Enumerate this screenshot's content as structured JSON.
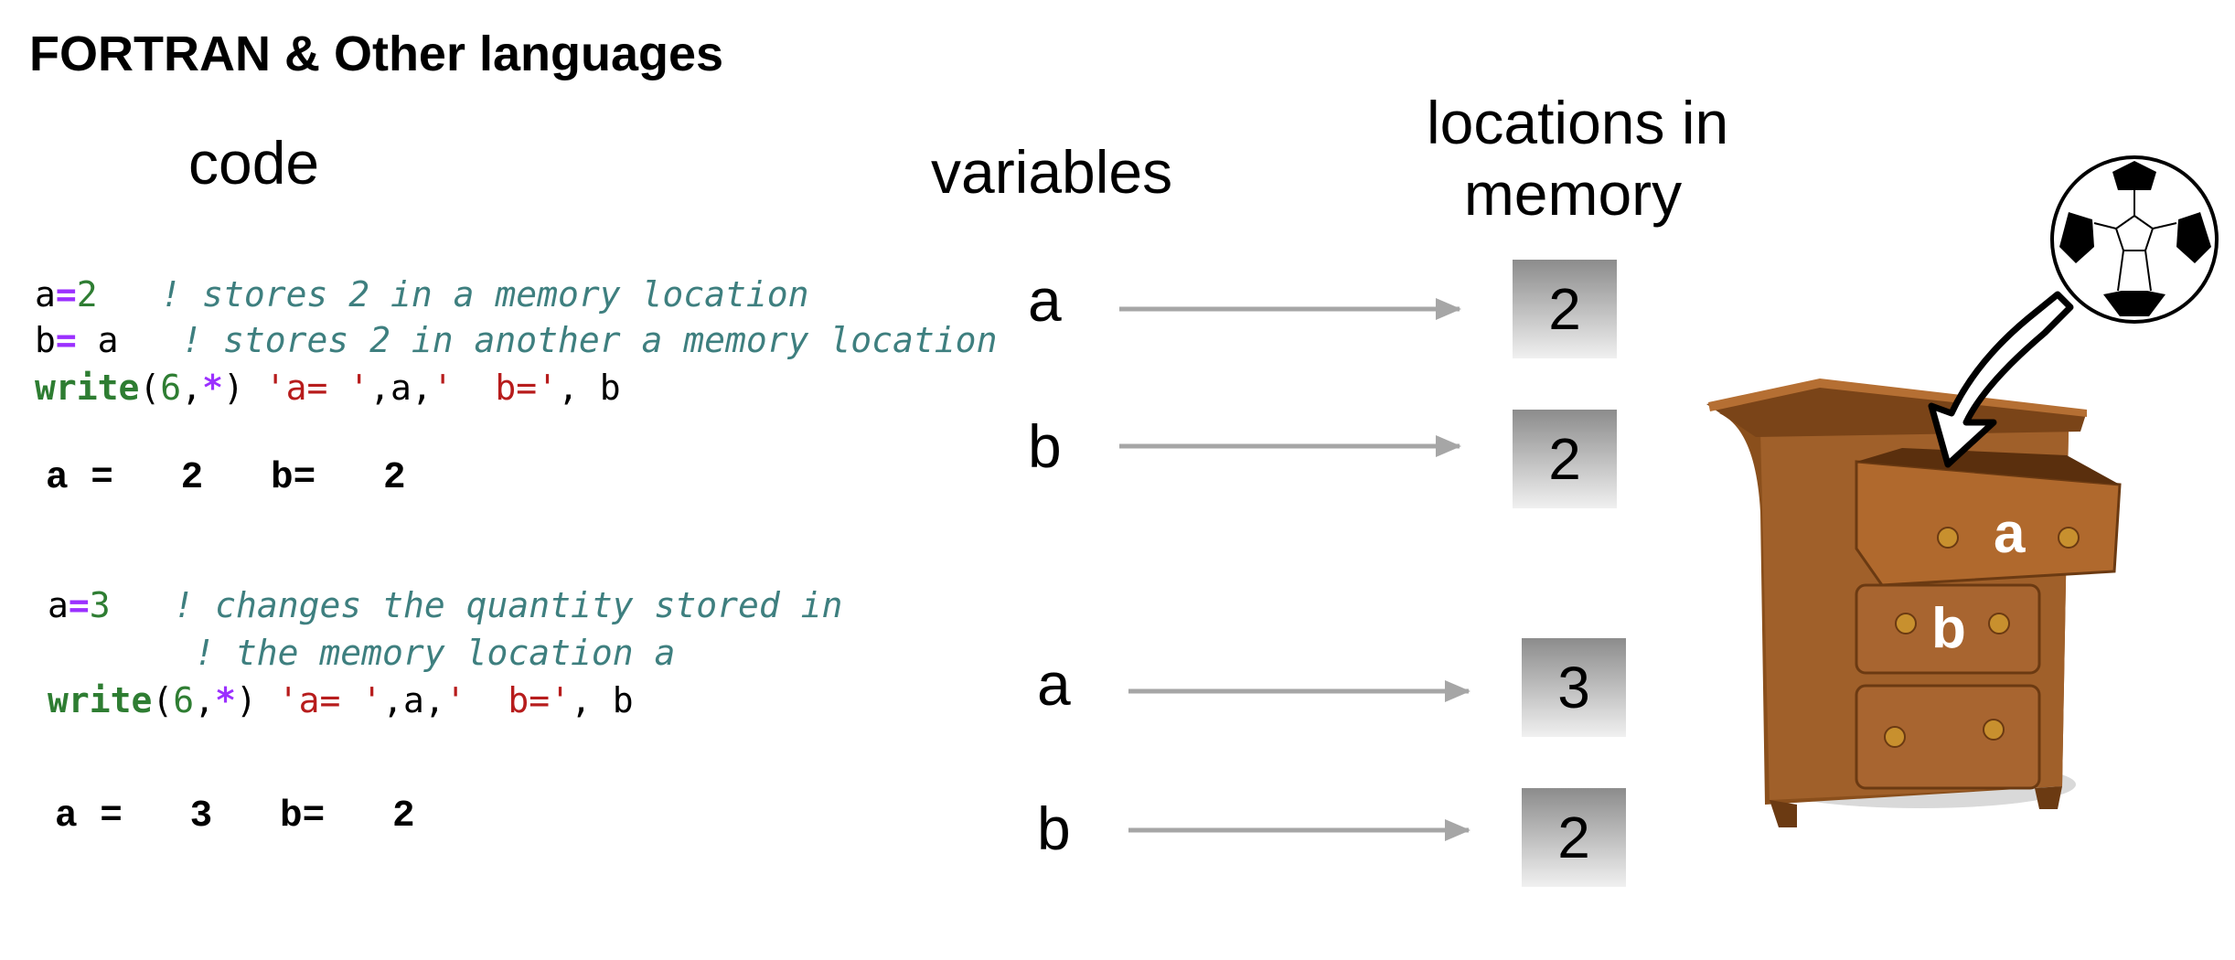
{
  "title": "FORTRAN & Other languages",
  "headers": {
    "code": "code",
    "variables": "variables",
    "memory_line1": "locations in",
    "memory_line2": "memory"
  },
  "block1": {
    "line1": {
      "var": "a",
      "op": "=",
      "num": "2",
      "comment": "! stores 2 in a memory location"
    },
    "line2": {
      "var": "b",
      "op": "=",
      "rhs": "a",
      "comment": "! stores 2 in another a memory location"
    },
    "line3": {
      "kw": "write",
      "p1": "(",
      "unit": "6",
      "comma": ",",
      "star": "*",
      "p2": ")",
      "s1": "'a= '",
      "mid": ",a,",
      "s2": "'  b='",
      "tail": ", b"
    },
    "output": "a =   2   b=   2"
  },
  "block2": {
    "line1": {
      "var": "a",
      "op": "=",
      "num": "3",
      "comment": "! changes the quantity stored in"
    },
    "line2": {
      "comment": "! the memory location a"
    },
    "line3": {
      "kw": "write",
      "p1": "(",
      "unit": "6",
      "comma": ",",
      "star": "*",
      "p2": ")",
      "s1": "'a= '",
      "mid": ",a,",
      "s2": "'  b='",
      "tail": ", b"
    },
    "output": "a =   3   b=   2"
  },
  "mapping1": [
    {
      "var": "a",
      "value": "2"
    },
    {
      "var": "b",
      "value": "2"
    }
  ],
  "mapping2": [
    {
      "var": "a",
      "value": "3"
    },
    {
      "var": "b",
      "value": "2"
    }
  ],
  "illustration": {
    "drawer_top_label": "a",
    "drawer_mid_label": "b",
    "colors": {
      "wood": "#9a5a22",
      "wood_dark": "#6b3a12",
      "knob": "#c8902e",
      "arrow_gray": "#a6a6a6"
    },
    "icons": [
      "soccer-ball-icon",
      "dresser-icon",
      "curved-arrow-icon"
    ]
  }
}
